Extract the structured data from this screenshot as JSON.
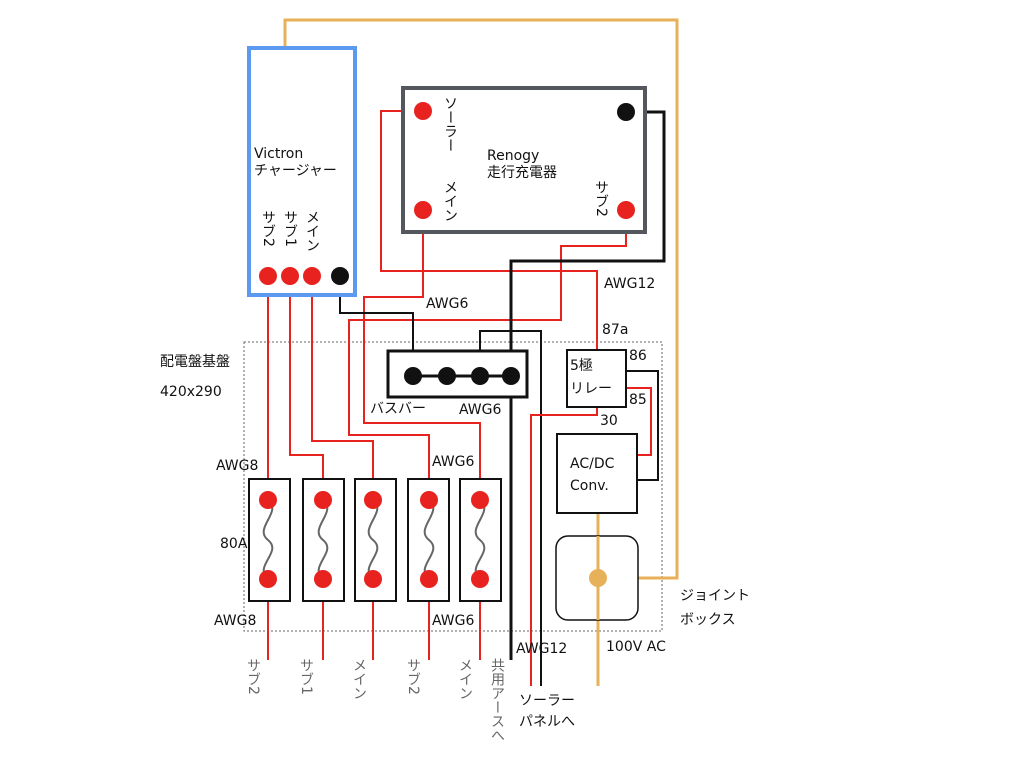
{
  "diagram": {
    "victron": {
      "line1": "Victron",
      "line2": "チャージャー",
      "t_sub2": "サブ2",
      "t_sub1": "サブ1",
      "t_main": "メイン"
    },
    "renogy": {
      "line1": "Renogy",
      "line2": "走行充電器",
      "t_solar": "ソーラー",
      "t_main": "メイン",
      "t_sub2": "サブ2"
    },
    "board": {
      "title": "配電盤基盤",
      "size": "420x290"
    },
    "busbar": {
      "label": "バスバー"
    },
    "relay": {
      "line1": "5極",
      "line2": "リレー",
      "pin87a": "87a",
      "pin86": "86",
      "pin85": "85",
      "pin30": "30"
    },
    "acdc": {
      "line1": "AC/DC",
      "line2": "Conv."
    },
    "junction": {
      "line1": "ジョイント",
      "line2": "ボックス"
    },
    "labels": {
      "awg6_top": "AWG6",
      "awg12_top": "AWG12",
      "awg6_busbar": "AWG6",
      "awg8_top": "AWG8",
      "awg6_fuse_top": "AWG6",
      "fuse_80a": "80A",
      "awg8_bottom": "AWG8",
      "awg6_bottom": "AWG6",
      "awg12_bottom": "AWG12",
      "ac100": "100V AC"
    },
    "outputs": {
      "sub2_a": "サブ2",
      "sub1": "サブ1",
      "main_a": "メイン",
      "sub2_b": "サブ2",
      "main_b": "メイン",
      "ground": "共用アースへ",
      "solar_1": "ソーラー",
      "solar_2": "パネルへ"
    },
    "colors": {
      "positive": "#e8231f",
      "negative": "#000000",
      "ac": "#e7b15a",
      "victron_blue": "#5b9af0"
    }
  }
}
